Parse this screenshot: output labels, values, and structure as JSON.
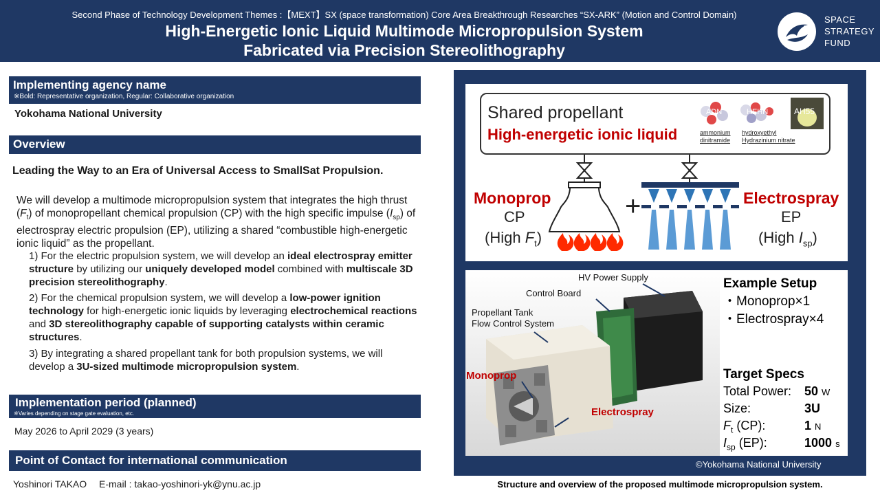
{
  "header": {
    "subtitle": "Second Phase of Technology Development Themes :【MEXT】SX (space transformation) Core Area Breakthrough Researches “SX-ARK” (Motion and Control Domain)",
    "title_line1": "High-Energetic Ionic Liquid Multimode Micropropulsion System",
    "title_line2": "Fabricated via Precision Stereolithography",
    "logo_lines": [
      "SPACE",
      "STRATEGY",
      "FUND"
    ]
  },
  "agency": {
    "title": "Implementing agency name",
    "note": "※Bold: Representative organization, Regular: Collaborative organization",
    "name": "Yokohama National University"
  },
  "overview": {
    "title": "Overview",
    "heading": "Leading the Way to an Era of Universal Access to SmallSat Propulsion.",
    "intro": {
      "a": "We will develop a multimode micropropulsion system that integrates the high thrust (",
      "ft": "F",
      "ft_sub": "t",
      "b": ") of monopropellant chemical propulsion (CP) with the high specific impulse (",
      "isp": "I",
      "isp_sub": "sp",
      "c": ") of electrospray electric propulsion (EP), utilizing a shared “combustible high-energetic ionic liquid” as the propellant."
    },
    "item1": {
      "a": "1) For the electric propulsion system, we will develop an ",
      "b": "ideal electrospray emitter structure",
      "c": " by utilizing our ",
      "d": "uniquely developed model",
      "e": " combined with ",
      "f": "multiscale 3D precision stereolithography",
      "g": "."
    },
    "item2": {
      "a": "2) For the chemical propulsion system, we will develop a ",
      "b": "low-power ignition technology",
      "c": " for high-energetic ionic liquids by leveraging ",
      "d": "electrochemical reactions",
      "e": " and ",
      "f": "3D stereolithography capable of supporting catalysts within ceramic structures",
      "g": "."
    },
    "item3": {
      "a": "3) By integrating a shared propellant tank for both propulsion systems, we will develop a ",
      "b": "3U-sized multimode micropropulsion system",
      "c": "."
    }
  },
  "period": {
    "title": "Implementation period (planned)",
    "note": "※Varies depending on stage gate evaluation, etc.",
    "value": "May 2026 to April 2029 (3 years)"
  },
  "contact": {
    "title": "Point of Contact for international communication",
    "value": "Yoshinori TAKAO　 E-mail : takao-yoshinori-yk@ynu.ac.jp"
  },
  "diagram": {
    "shared_title": "Shared propellant",
    "shared_sub": "High-energetic ionic liquid",
    "molecules": [
      {
        "label": "ADN",
        "desc": [
          "ammonium",
          "dinitramide"
        ]
      },
      {
        "label": "HEHN",
        "desc": [
          "hydroxyethyl",
          "Hydrazinium nitrate"
        ]
      },
      {
        "label": "AH55",
        "desc": []
      }
    ],
    "left_red": "Monoprop",
    "left_type": "CP",
    "left_high": "(High ",
    "left_sym": "F",
    "left_sub": "t",
    "right_red": "Electrospray",
    "right_type": "EP",
    "right_high": "(High ",
    "right_sym": "I",
    "right_sub": "sp",
    "close_paren": ")",
    "plus": "+"
  },
  "photo": {
    "labels": {
      "hv": "HV Power Supply",
      "control": "Control Board",
      "tank1": "Propellant Tank",
      "tank2": "Flow Control System",
      "monoprop": "Monoprop",
      "electrospray": "Electrospray"
    }
  },
  "setup": {
    "title": "Example Setup",
    "items": [
      "・Monoprop×1",
      "・Electrospray×4"
    ]
  },
  "specs": {
    "title": "Target Specs",
    "power_label": "Total Power:",
    "power_value": "50",
    "power_unit": "W",
    "size_label": "Size:",
    "size_value": "3U",
    "ft_sym": "F",
    "ft_sub": "t",
    "ft_label": " (CP):",
    "ft_value": "1",
    "ft_unit": "N",
    "isp_sym": "I",
    "isp_sub": "sp",
    "isp_label": " (EP):",
    "isp_value": "1000",
    "isp_unit": "s"
  },
  "copyright": "©Yokohama National University",
  "caption": "Structure and overview of the proposed multimode micropropulsion system.",
  "colors": {
    "navy": "#1f3864",
    "red": "#c00000",
    "blue": "#2e75b6"
  }
}
